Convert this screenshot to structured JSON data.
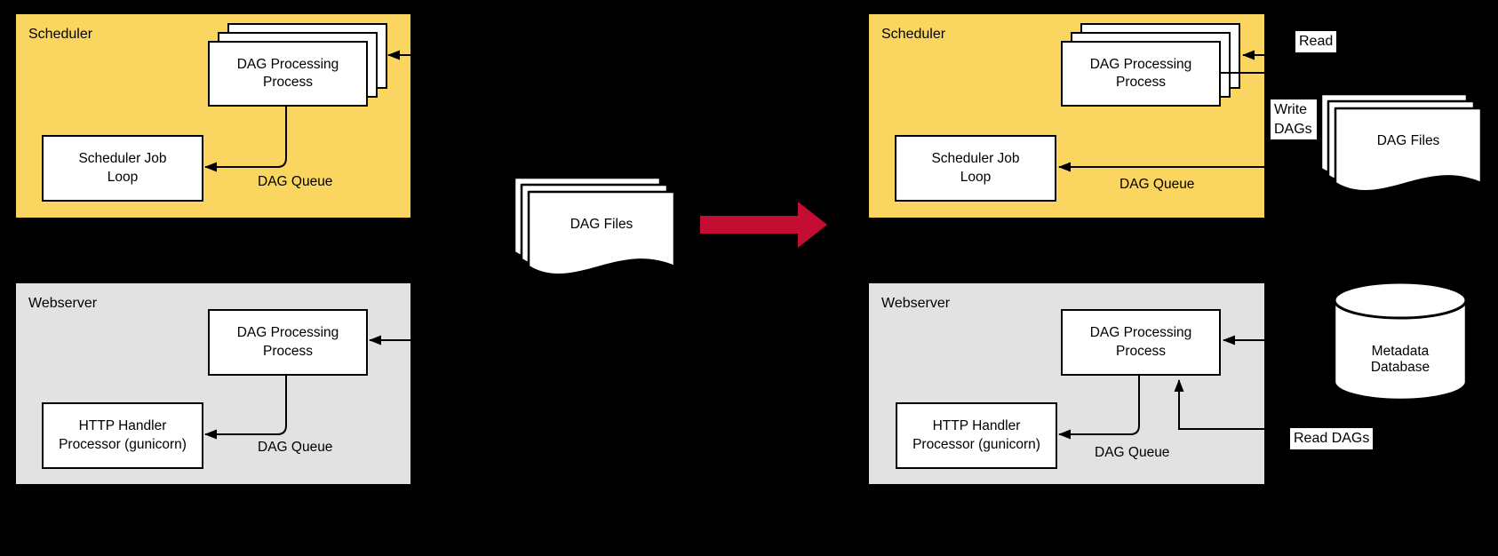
{
  "colors": {
    "background": "#000000",
    "scheduler_fill": "#FAD660",
    "webserver_fill": "#E2E2E2",
    "node_fill": "#FFFFFF",
    "stroke": "#000000",
    "red_arrow": "#C30D33",
    "label_bg": "#FFFFFF"
  },
  "left_scheduler": {
    "title": "Scheduler",
    "process": "DAG Processing Process",
    "job_loop": "Scheduler Job Loop",
    "queue": "DAG Queue"
  },
  "left_webserver": {
    "title": "Webserver",
    "process": "DAG Processing Process",
    "handler": "HTTP Handler Processor (gunicorn)",
    "queue": "DAG Queue"
  },
  "middle": {
    "dag_files": "DAG Files"
  },
  "right_scheduler": {
    "title": "Scheduler",
    "process": "DAG Processing Process",
    "job_loop": "Scheduler Job Loop",
    "queue": "DAG Queue"
  },
  "right_webserver": {
    "title": "Webserver",
    "process": "DAG Processing Process",
    "handler": "HTTP Handler Processor (gunicorn)",
    "queue": "DAG Queue"
  },
  "right_side": {
    "read": "Read",
    "write_dags": "Write DAGs",
    "dag_files": "DAG Files",
    "database": "Metadata Database",
    "read_dags": "Read DAGs"
  }
}
